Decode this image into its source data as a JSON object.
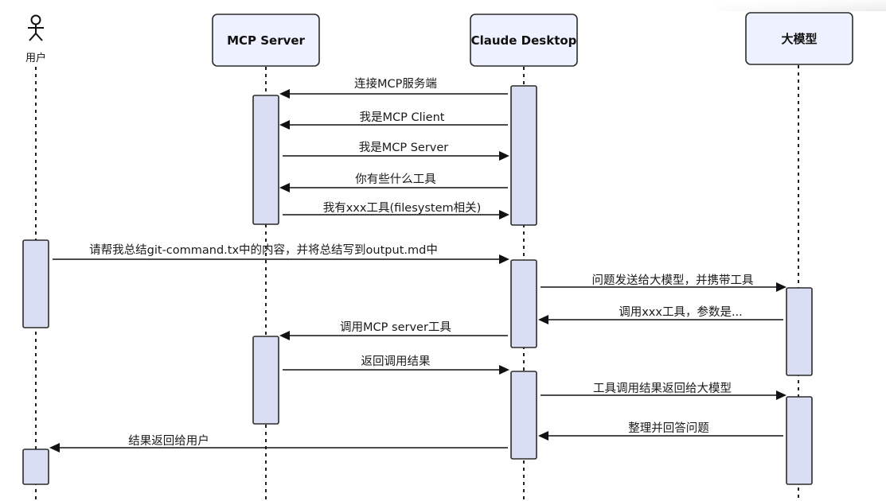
{
  "participants": [
    {
      "id": "user",
      "label": "用户",
      "kind": "actor"
    },
    {
      "id": "mcp",
      "label": "MCP Server",
      "kind": "box"
    },
    {
      "id": "claude",
      "label": "Claude Desktop",
      "kind": "box"
    },
    {
      "id": "llm",
      "label": "大模型",
      "kind": "box"
    }
  ],
  "messages": [
    {
      "from": "claude",
      "to": "mcp",
      "text": "连接MCP服务端"
    },
    {
      "from": "claude",
      "to": "mcp",
      "text": "我是MCP Client"
    },
    {
      "from": "mcp",
      "to": "claude",
      "text": "我是MCP Server"
    },
    {
      "from": "claude",
      "to": "mcp",
      "text": "你有些什么工具"
    },
    {
      "from": "mcp",
      "to": "claude",
      "text": "我有xxx工具(filesystem相关)"
    },
    {
      "from": "user",
      "to": "claude",
      "text": "请帮我总结git-command.tx中的内容，并将总结写到output.md中"
    },
    {
      "from": "claude",
      "to": "llm",
      "text": "问题发送给大模型，并携带工具"
    },
    {
      "from": "llm",
      "to": "claude",
      "text": "调用xxx工具，参数是..."
    },
    {
      "from": "claude",
      "to": "mcp",
      "text": "调用MCP server工具"
    },
    {
      "from": "mcp",
      "to": "claude",
      "text": "返回调用结果"
    },
    {
      "from": "claude",
      "to": "llm",
      "text": "工具调用结果返回给大模型"
    },
    {
      "from": "llm",
      "to": "claude",
      "text": "整理并回答问题"
    },
    {
      "from": "claude",
      "to": "user",
      "text": "结果返回给用户"
    }
  ]
}
